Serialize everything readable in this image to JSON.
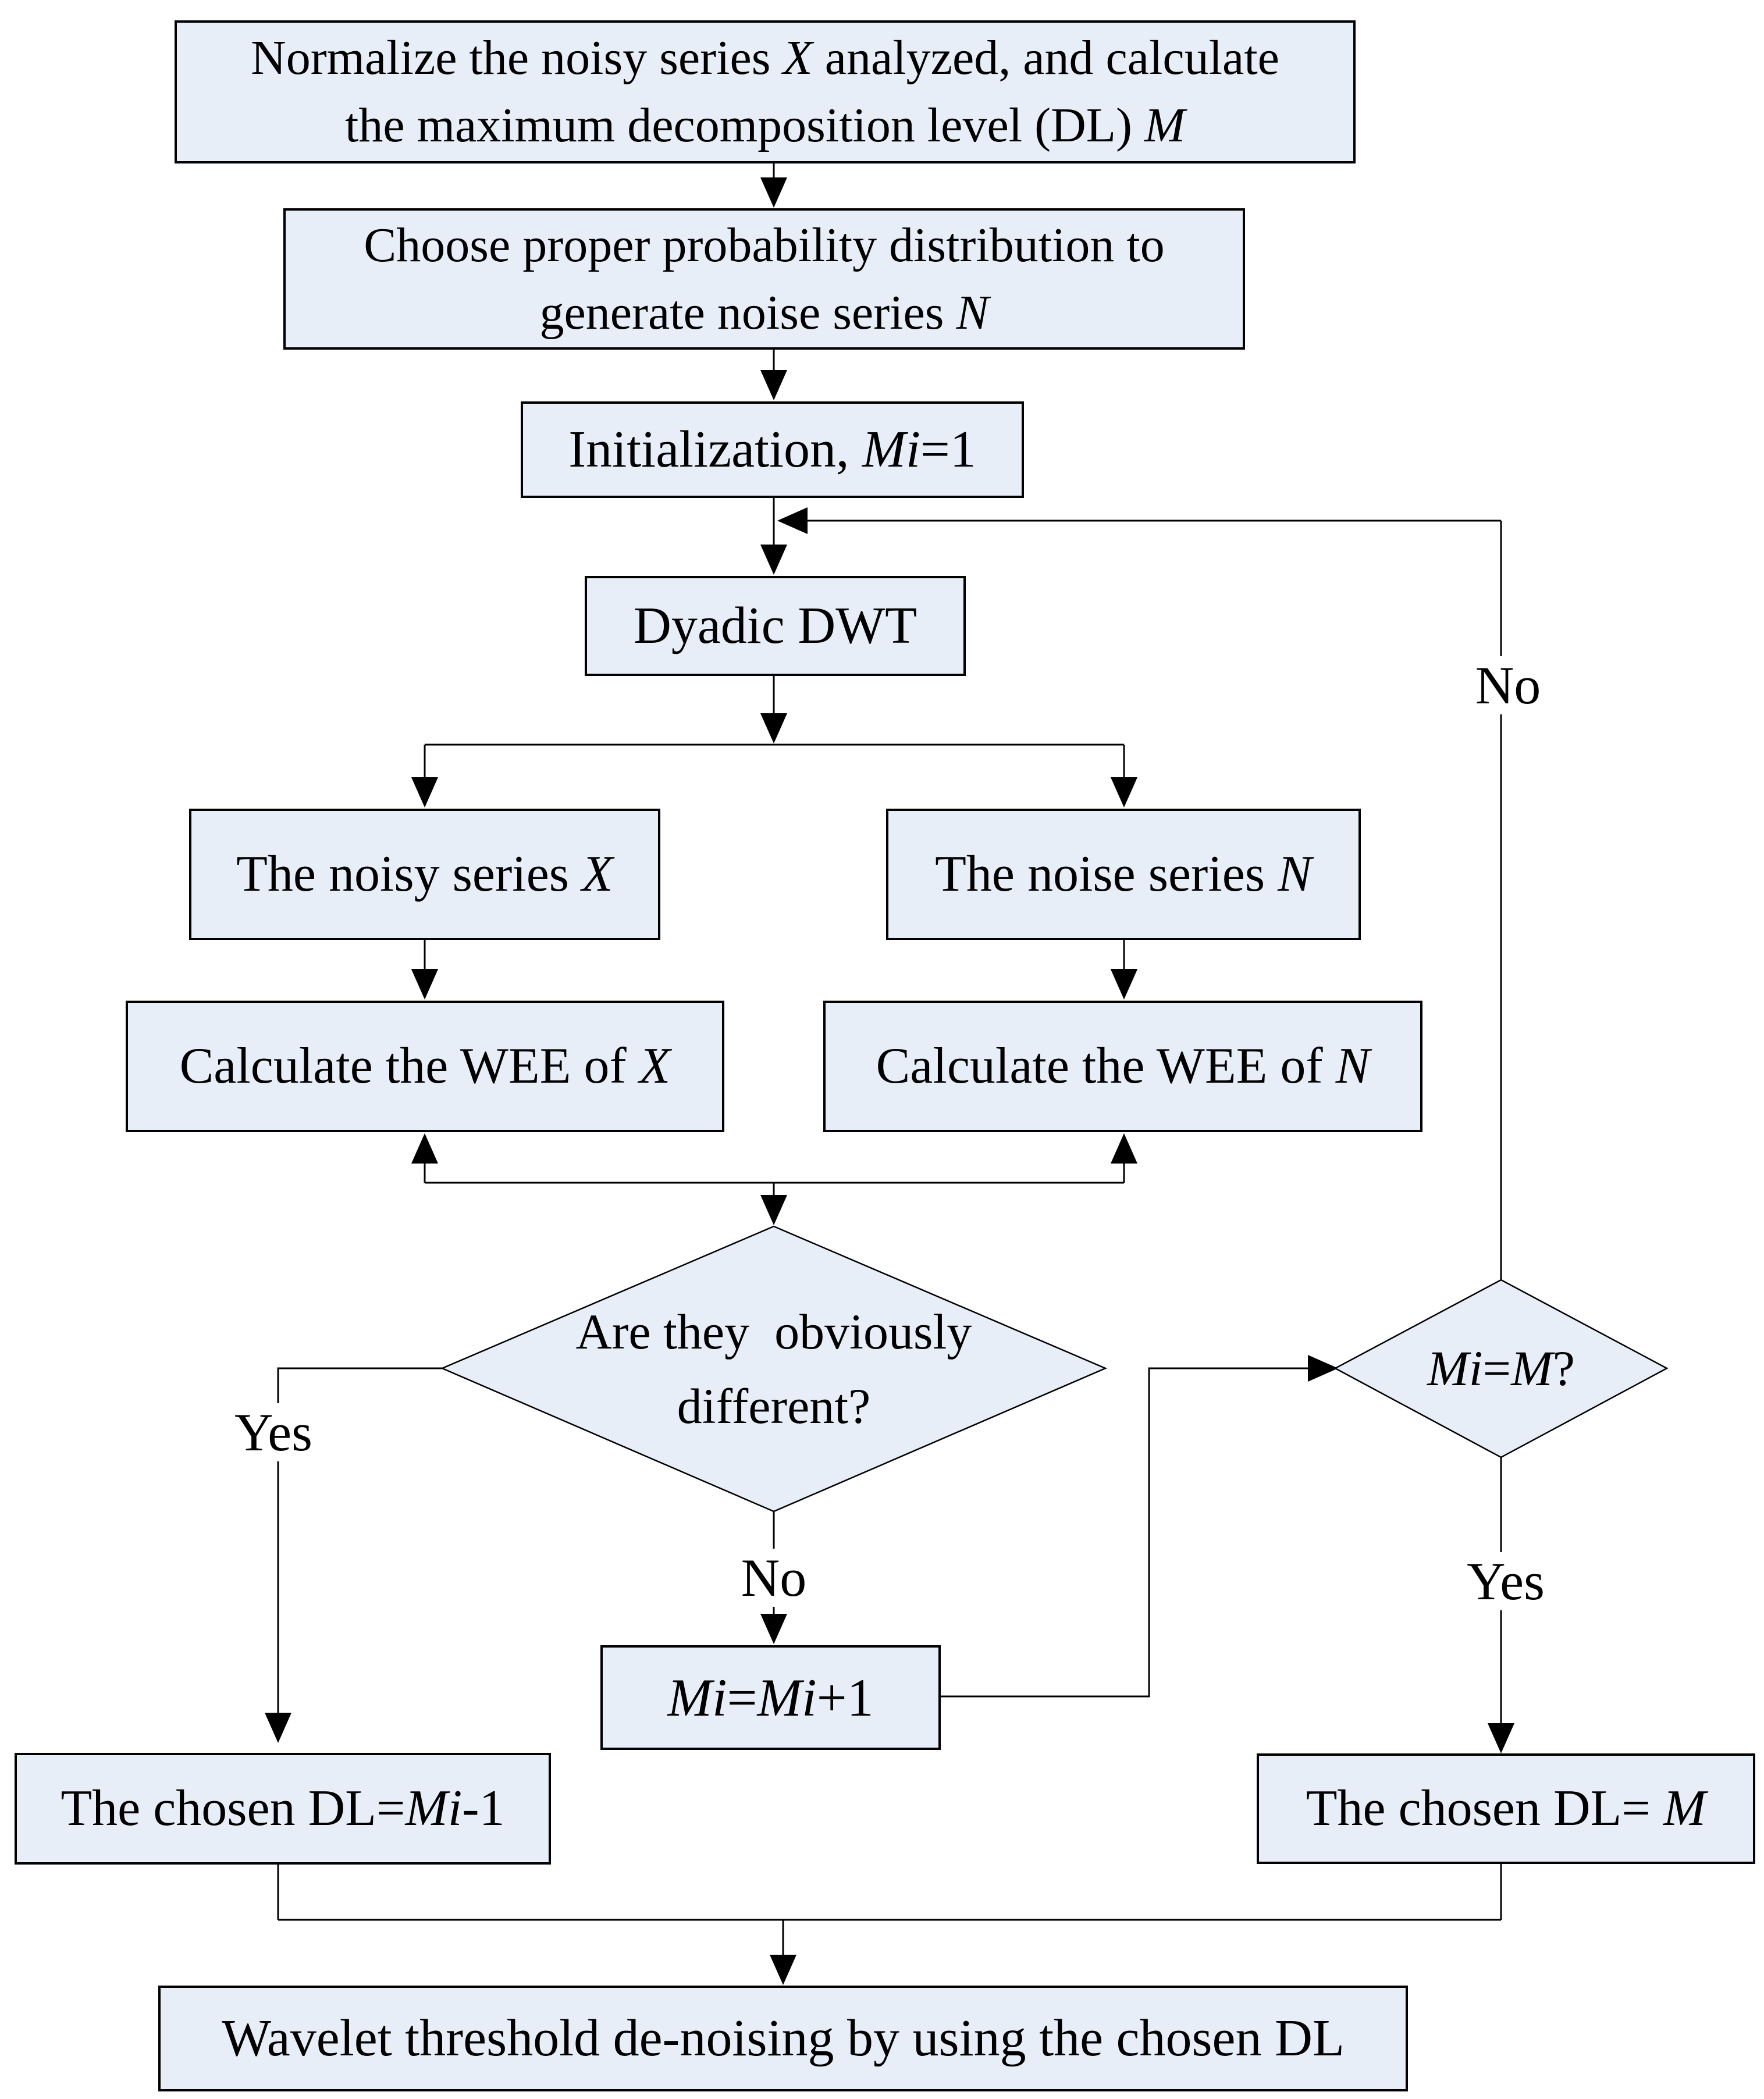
{
  "colors": {
    "node_fill": "#e8eef8",
    "node_stroke": "#000000",
    "line": "#000000",
    "page_bg": "#ffffff",
    "text": "#000000"
  },
  "nodes": {
    "normalize": {
      "l1a": "Normalize the noisy series ",
      "l1b": "X",
      "l1c": " analyzed, and calculate",
      "l2a": "the maximum decomposition level (DL) ",
      "l2b": "M"
    },
    "choose": {
      "l1a": "Choose proper probability distribution to",
      "l2a": "generate noise series ",
      "l2b": "N"
    },
    "init": {
      "a": "Initialization, ",
      "b": "Mi",
      "c": "=1"
    },
    "dyadic": {
      "a": "Dyadic DWT"
    },
    "noisy_x": {
      "a": "The noisy series ",
      "b": "X"
    },
    "noise_n": {
      "a": "The noise series ",
      "b": "N"
    },
    "wee_x": {
      "a": "Calculate the WEE of ",
      "b": "X"
    },
    "wee_n": {
      "a": "Calculate the WEE of ",
      "b": "N"
    },
    "decision_different": {
      "l1": "Are they  obviously",
      "l2": "different?"
    },
    "increment": {
      "a": "Mi",
      "b": "=",
      "c": "Mi",
      "d": "+1"
    },
    "decision_max": {
      "a": "Mi",
      "b": "=",
      "c": "M",
      "d": "?"
    },
    "dl_left": {
      "a": "The chosen DL=",
      "b": "Mi",
      "c": "-1"
    },
    "dl_right": {
      "a": "The chosen DL= ",
      "b": "M"
    },
    "final": {
      "a": "Wavelet threshold de-noising by using the chosen DL"
    }
  },
  "labels": {
    "yes_left": "Yes",
    "no_bottom": "No",
    "no_loop": "No",
    "yes_right": "Yes"
  }
}
